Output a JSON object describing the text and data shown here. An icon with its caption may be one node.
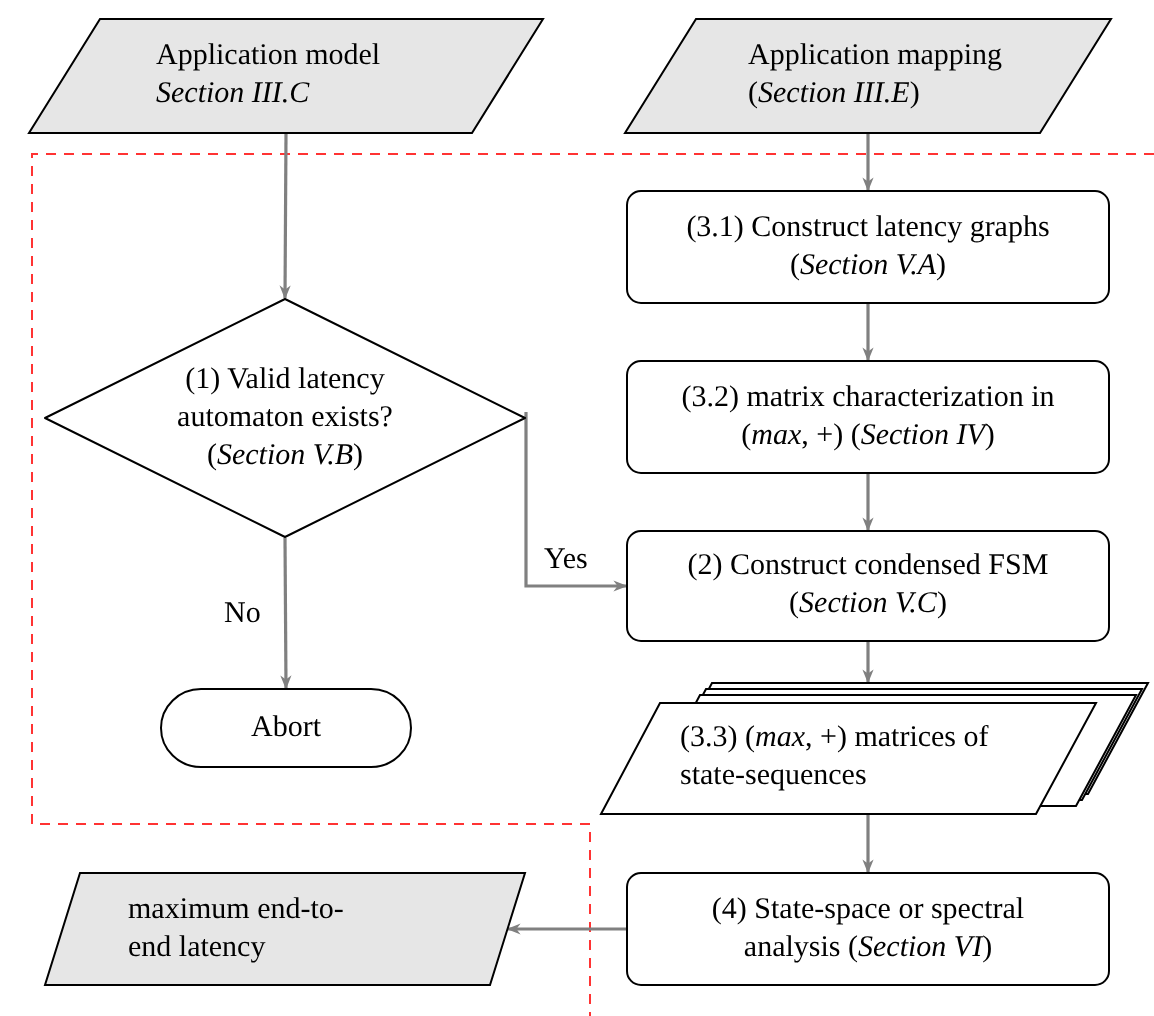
{
  "diagram": {
    "nodes": [
      {
        "text": [
          "Application model *Section III.C*"
        ]
      },
      {
        "text": [
          "Application mapping (*Section III.E*)"
        ]
      },
      {
        "text": [
          "(3.1) Construct latency graphs (*Section V.A*)"
        ]
      },
      {
        "text": [
          "(1) Valid latency automaton exists? (*Section V.B*)"
        ]
      },
      {
        "text": [
          "(3.2) matrix characterization in (*max*, +) (*Section IV*)"
        ]
      },
      {
        "text": [
          "(2) Construct condensed FSM (*Section V.C*)"
        ]
      },
      {
        "text": [
          "Abort"
        ]
      },
      {
        "text": [
          "(3.3) (*max*, +) matrices of state-sequences"
        ]
      },
      {
        "text": [
          "(4) State-space or spectral analysis (*Section VI*)"
        ]
      },
      {
        "text": [
          "maximum end-to-end latency"
        ]
      }
    ],
    "edges": [
      {
        "from": 0,
        "to": 3,
        "arrow": "to"
      },
      {
        "from": 1,
        "to": 2,
        "arrow": "to"
      },
      {
        "from": 2,
        "to": 4,
        "arrow": "to"
      },
      {
        "from": 3,
        "to": 5,
        "arrow": "to",
        "label": "Yes"
      },
      {
        "from": 4,
        "to": 5,
        "arrow": "to"
      },
      {
        "from": 3,
        "to": 6,
        "arrow": "to",
        "label": "No"
      },
      {
        "from": 5,
        "to": 7,
        "arrow": "to"
      },
      {
        "from": 7,
        "to": 8,
        "arrow": "to"
      },
      {
        "from": 8,
        "to": 9,
        "arrow": "to"
      }
    ]
  }
}
